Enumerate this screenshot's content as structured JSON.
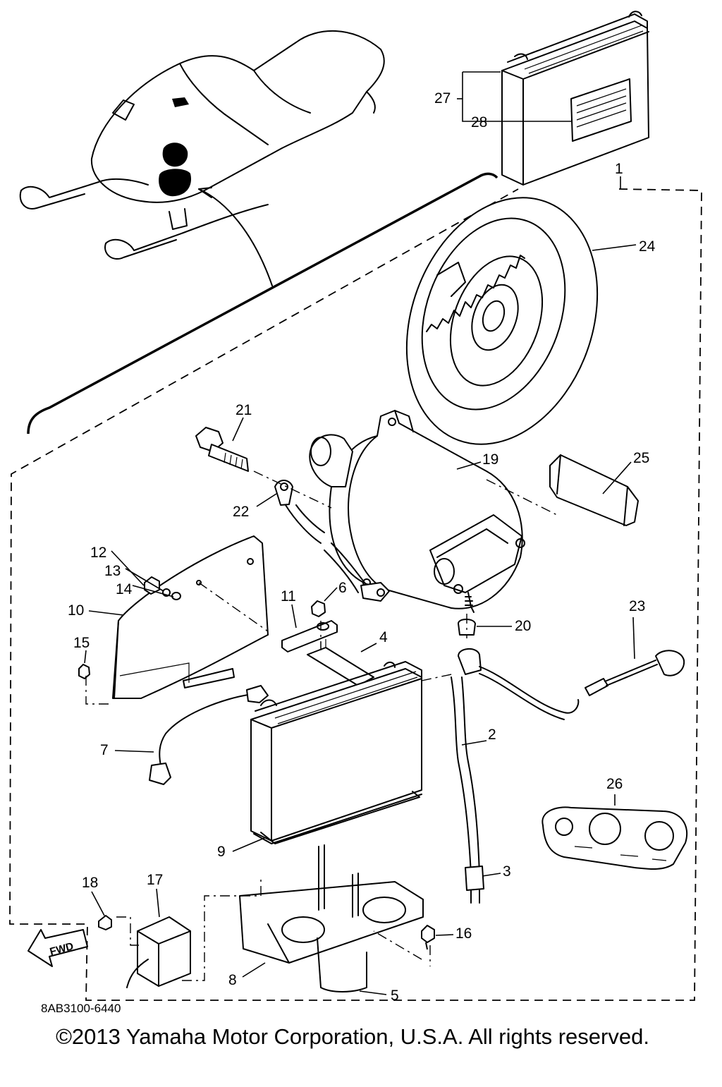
{
  "part_code": "8AB3100-6440",
  "copyright": "©2013 Yamaha Motor Corporation, U.S.A. All rights reserved.",
  "fwd_label": "FWD",
  "callouts": [
    {
      "id": "1",
      "text": "1"
    },
    {
      "id": "2",
      "text": "2"
    },
    {
      "id": "3",
      "text": "3"
    },
    {
      "id": "4",
      "text": "4"
    },
    {
      "id": "5",
      "text": "5"
    },
    {
      "id": "6",
      "text": "6"
    },
    {
      "id": "7",
      "text": "7"
    },
    {
      "id": "8",
      "text": "8"
    },
    {
      "id": "9",
      "text": "9"
    },
    {
      "id": "10",
      "text": "10"
    },
    {
      "id": "11",
      "text": "11"
    },
    {
      "id": "12",
      "text": "12"
    },
    {
      "id": "13",
      "text": "13"
    },
    {
      "id": "14",
      "text": "14"
    },
    {
      "id": "15",
      "text": "15"
    },
    {
      "id": "16",
      "text": "16"
    },
    {
      "id": "17",
      "text": "17"
    },
    {
      "id": "18",
      "text": "18"
    },
    {
      "id": "19",
      "text": "19"
    },
    {
      "id": "20",
      "text": "20"
    },
    {
      "id": "21",
      "text": "21"
    },
    {
      "id": "22",
      "text": "22"
    },
    {
      "id": "23",
      "text": "23"
    },
    {
      "id": "24",
      "text": "24"
    },
    {
      "id": "25",
      "text": "25"
    },
    {
      "id": "26",
      "text": "26"
    },
    {
      "id": "27",
      "text": "27"
    },
    {
      "id": "28",
      "text": "28"
    }
  ]
}
